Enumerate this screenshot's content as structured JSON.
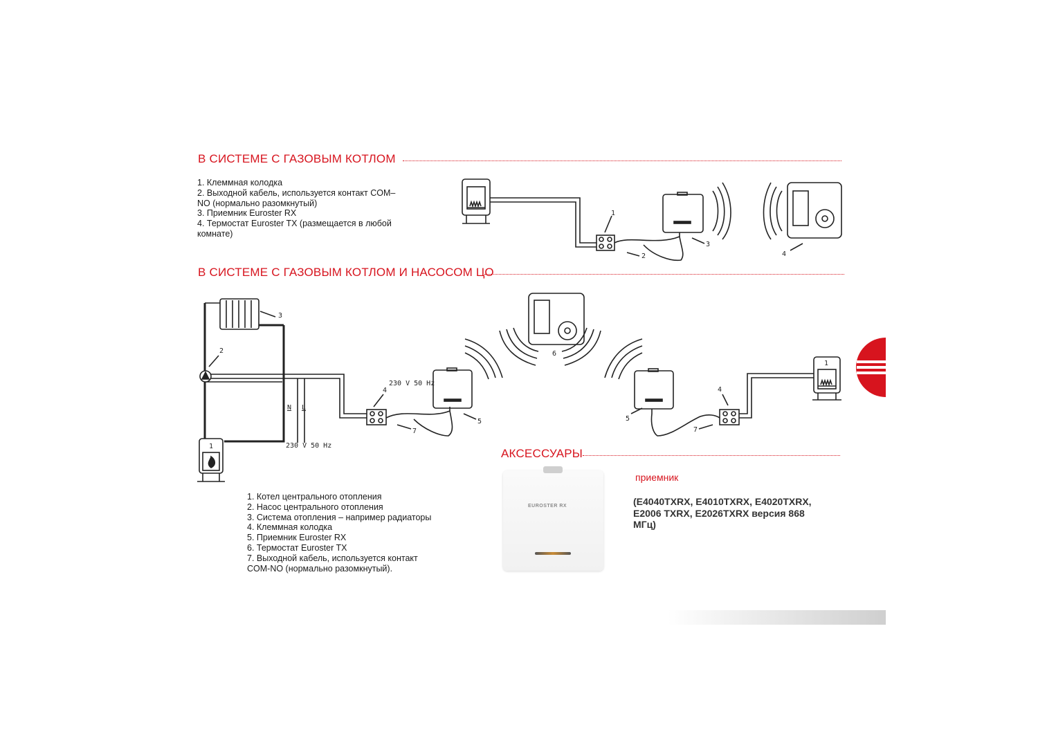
{
  "section1": {
    "title": "В СИСТЕМЕ С ГАЗОВЫМ КОТЛОМ",
    "legend": [
      "1. Клеммная колодка",
      "2. Выходной кабель, используется контакт COM–NO (нормально разомкнутый)",
      "3. Приемник Euroster RX",
      "4. Термостат Euroster TX (размещается в любой комнате)"
    ],
    "callouts": [
      "1",
      "2",
      "3",
      "4"
    ]
  },
  "section2": {
    "title": "В СИСТЕМЕ С ГАЗОВЫМ КОТЛОМ И НАСОСОМ ЦО",
    "legend": [
      "1. Котел центрального отопления",
      "2. Насос центрального отопления",
      "3. Система отопления – например радиаторы",
      "4. Клеммная колодка",
      "5. Приемник Euroster RX",
      "6. Термостат Euroster TX",
      "7. Выходной кабель, используется контакт COM-NO (нормально разомкнутый)."
    ],
    "callouts": [
      "1",
      "2",
      "3",
      "4",
      "5",
      "6",
      "7"
    ],
    "power_label": "230 V 50 Hz",
    "power_label_bottom": "230 V 50 Hz",
    "neutral": "N",
    "line": "L",
    "callouts_right": [
      "1",
      "4",
      "5",
      "7"
    ]
  },
  "accessories": {
    "title": "АКСЕССУАРЫ",
    "product_title": "приемник",
    "product_models": "(E4040TXRX, E4010TXRX, E4020TXRX, E2006 TXRX, E2026TXRX версия 868 МГц)",
    "product_brand": "EUROSTER RX"
  },
  "colors": {
    "accent": "#d7141e",
    "text": "#1a1a1a"
  }
}
